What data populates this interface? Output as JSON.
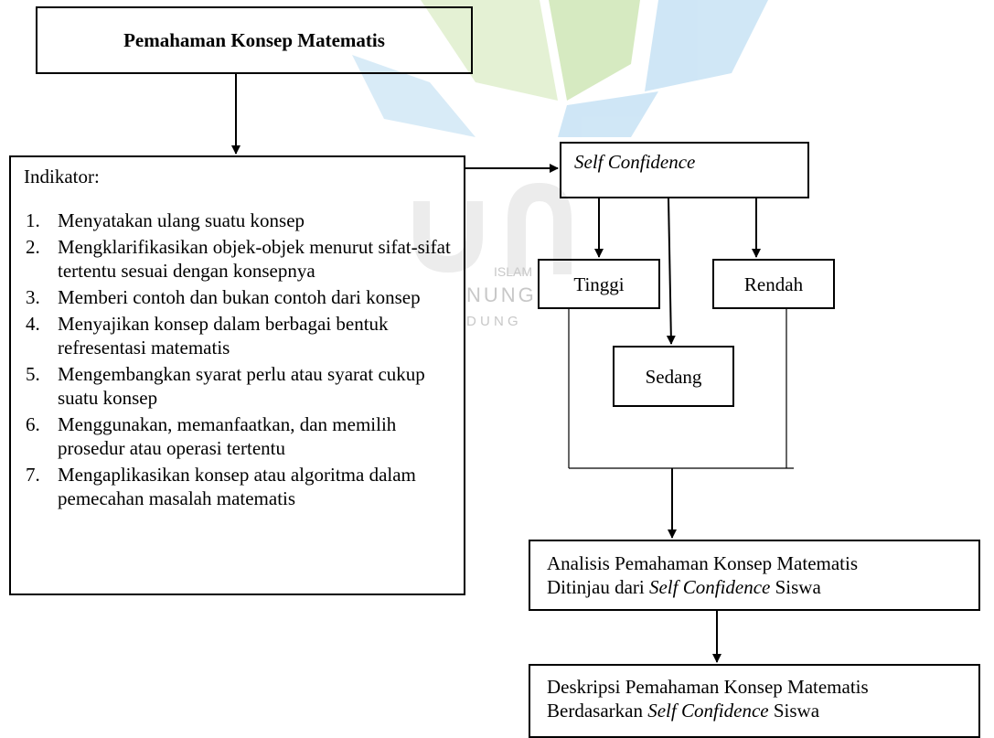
{
  "diagram": {
    "title": "Pemahaman Konsep Matematis",
    "indikator": {
      "heading": "Indikator:",
      "items": [
        {
          "num": "1.",
          "text": "Menyatakan ulang suatu konsep"
        },
        {
          "num": "2.",
          "text": "Mengklarifikasikan objek-objek menurut sifat-sifat tertentu sesuai dengan konsepnya"
        },
        {
          "num": "3.",
          "text": "Memberi contoh dan bukan contoh dari konsep"
        },
        {
          "num": "4.",
          "text": "Menyajikan konsep dalam berbagai bentuk refresentasi matematis"
        },
        {
          "num": "5.",
          "text": "Mengembangkan syarat perlu atau syarat cukup suatu konsep"
        },
        {
          "num": "6.",
          "text": "Menggunakan, memanfaatkan, dan memilih prosedur atau operasi tertentu"
        },
        {
          "num": "7.",
          "text": "Mengaplikasikan konsep atau algoritma dalam pemecahan masalah matematis"
        }
      ]
    },
    "self_confidence": "Self Confidence",
    "levels": {
      "tinggi": "Tinggi",
      "sedang": "Sedang",
      "rendah": "Rendah"
    },
    "analisis": {
      "line1": "Analisis Pemahaman Konsep Matematis",
      "line2_prefix": "Ditinjau dari ",
      "line2_italic": "Self Confidence",
      "line2_suffix": " Siswa"
    },
    "deskripsi": {
      "line1": "Deskripsi Pemahaman Konsep Matematis",
      "line2_prefix": "Berdasarkan ",
      "line2_italic": "Self Confidence",
      "line2_suffix": " Siswa"
    }
  },
  "watermark": {
    "line1": "ISLAM",
    "line2": "NUNG",
    "line3": "D U N G",
    "color_green": "#b6d98f",
    "color_blue": "#a9d3ef"
  }
}
